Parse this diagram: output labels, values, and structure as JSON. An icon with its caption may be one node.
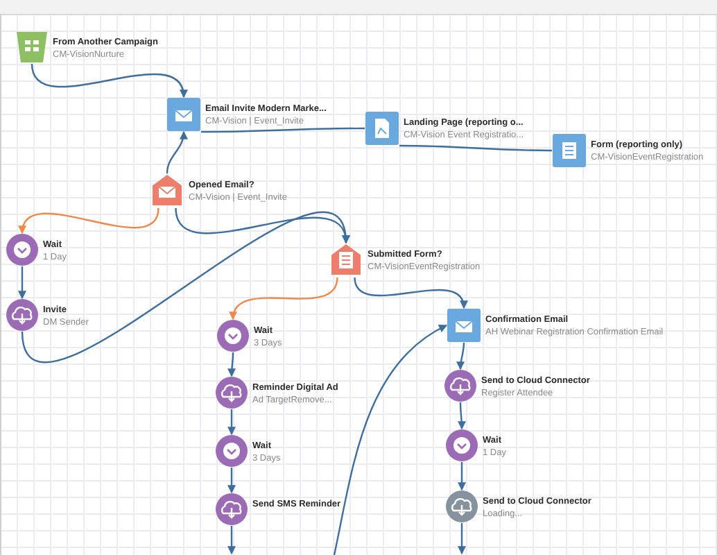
{
  "diagram": {
    "nodes": [
      {
        "text": [
          "From Another Campaign",
          "CM-VisionNurture"
        ]
      },
      {
        "text": [
          "Email Invite Modern Marke...",
          "CM-Vision | Event_Invite"
        ]
      },
      {
        "text": [
          "Landing Page (reporting o...",
          "CM-Vision Event Registratio..."
        ]
      },
      {
        "text": [
          "Form (reporting only)",
          "CM-VisionEventRegistration"
        ]
      },
      {
        "text": [
          "Opened Email?",
          "CM-Vision | Event_Invite"
        ]
      },
      {
        "text": [
          "Wait",
          "1 Day"
        ]
      },
      {
        "text": [
          "Invite",
          "DM Sender"
        ]
      },
      {
        "text": [
          "Submitted Form?",
          "CM-VisionEventRegistration"
        ]
      },
      {
        "text": [
          "Wait",
          "3 Days"
        ]
      },
      {
        "text": [
          "Reminder Digital Ad",
          "Ad TargetRemove..."
        ]
      },
      {
        "text": [
          "Wait",
          "3 Days"
        ]
      },
      {
        "text": [
          "Send SMS Reminder"
        ]
      },
      {
        "text": [
          "Confirmation Email",
          "AH Webinar Registration Confirmation Email"
        ]
      },
      {
        "text": [
          "Send to Cloud Connector",
          "Register Attendee"
        ]
      },
      {
        "text": [
          "Wait",
          "1 Day"
        ]
      },
      {
        "text": [
          "Send to Cloud Connector",
          "Loading..."
        ]
      }
    ],
    "edges": [
      {
        "from": 0,
        "to": 1,
        "arrow": "to"
      },
      {
        "from": 1,
        "to": 2,
        "arrow": "none"
      },
      {
        "from": 2,
        "to": 3,
        "arrow": "none"
      },
      {
        "from": 4,
        "to": 1,
        "arrow": "to"
      },
      {
        "from": 4,
        "to": 5,
        "arrow": "to",
        "color": "#f0884a"
      },
      {
        "from": 4,
        "to": 7,
        "arrow": "to"
      },
      {
        "from": 5,
        "to": 6,
        "arrow": "to"
      },
      {
        "from": 6,
        "to": 7,
        "arrow": "to"
      },
      {
        "from": 7,
        "to": 8,
        "arrow": "to",
        "color": "#f0884a"
      },
      {
        "from": 7,
        "to": 12,
        "arrow": "to"
      },
      {
        "from": 8,
        "to": 9,
        "arrow": "to"
      },
      {
        "from": 9,
        "to": 10,
        "arrow": "to"
      },
      {
        "from": 10,
        "to": 11,
        "arrow": "to"
      },
      {
        "from": null,
        "to": 12,
        "arrow": "to"
      },
      {
        "from": 11,
        "to": null,
        "arrow": "to"
      },
      {
        "from": 12,
        "to": 13,
        "arrow": "to"
      },
      {
        "from": 13,
        "to": 14,
        "arrow": "to"
      },
      {
        "from": 14,
        "to": 15,
        "arrow": "to"
      },
      {
        "from": 15,
        "to": null,
        "arrow": "to"
      }
    ]
  }
}
